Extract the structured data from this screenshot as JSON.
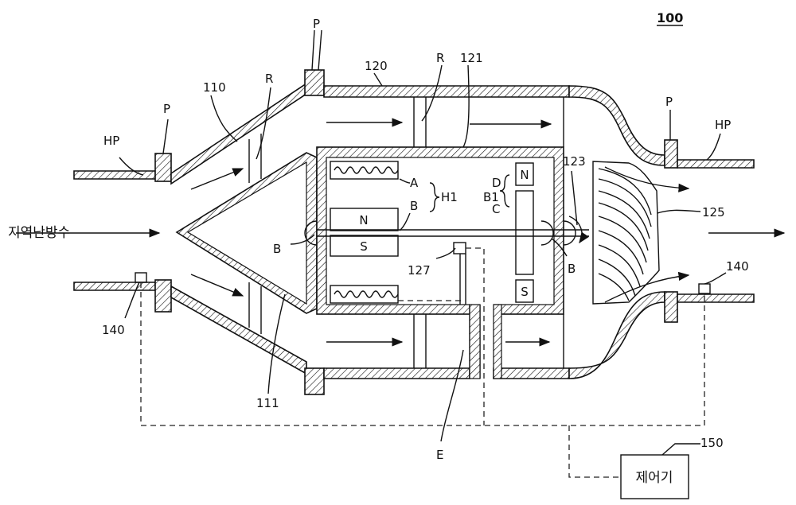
{
  "figure_number": "100",
  "labels": {
    "hp_left": "HP",
    "hp_right": "HP",
    "p_left": "P",
    "p_top": "P",
    "p_right": "P",
    "r_left": "R",
    "r_right": "R",
    "l110": "110",
    "l111": "111",
    "l120": "120",
    "l121": "121",
    "l123": "123",
    "l125": "125",
    "l127": "127",
    "l140_left": "140",
    "l140_right": "140",
    "l150": "150",
    "a": "A",
    "b_inner": "B",
    "h1": "H1",
    "b1": "B1",
    "d": "D",
    "c": "C",
    "n_magnet": "N",
    "s_magnet": "S",
    "n_right": "N",
    "s_right": "S",
    "b_left": "B",
    "b_right": "B",
    "e": "E",
    "inlet": "지역난방수",
    "controller": "제어기"
  }
}
